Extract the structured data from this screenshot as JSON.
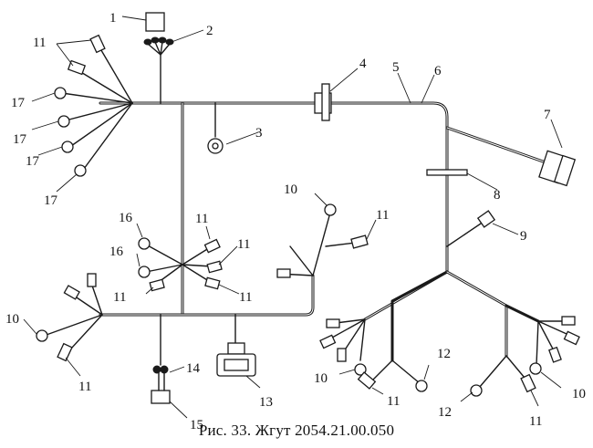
{
  "figure": {
    "caption": "Рис. 33. Жгут 2054.21.00.050"
  },
  "callouts": {
    "c1": "1",
    "c2": "2",
    "c3": "3",
    "c4": "4",
    "c5": "5",
    "c6": "6",
    "c7": "7",
    "c8": "8",
    "c9": "9",
    "c10a": "10",
    "c10b": "10",
    "c10c": "10",
    "c10d": "10",
    "c11a": "11",
    "c11b": "11",
    "c11c": "11",
    "c11d": "11",
    "c11e": "11",
    "c11f": "11",
    "c11g": "11",
    "c11h": "11",
    "c11i": "11",
    "c12a": "12",
    "c12b": "12",
    "c13": "13",
    "c14": "14",
    "c15": "15",
    "c16a": "16",
    "c16b": "16",
    "c17a": "17",
    "c17b": "17",
    "c17c": "17",
    "c17d": "17"
  }
}
